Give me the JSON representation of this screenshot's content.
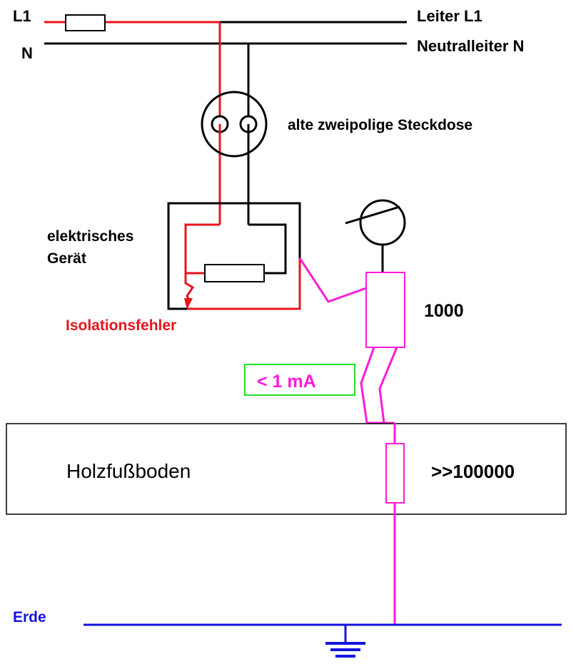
{
  "labels": {
    "l1": "L1",
    "n": "N",
    "leiter_l1": "Leiter L1",
    "neutralleiter": "Neutralleiter N",
    "steckdose": "alte zweipolige Steckdose",
    "geraet_line1": "elektrisches",
    "geraet_line2": "Gerät",
    "isolationsfehler": "Isolationsfehler",
    "body_resistance": "1000",
    "current": "< 1 mA",
    "floor": "Holzfußboden",
    "floor_resistance": ">>100000",
    "earth": "Erde"
  },
  "colors": {
    "phase": "#e8141b",
    "neutral": "#000000",
    "fault_path": "#ff1ad9",
    "current_box": "#22dd22",
    "earth": "#1414e0"
  }
}
